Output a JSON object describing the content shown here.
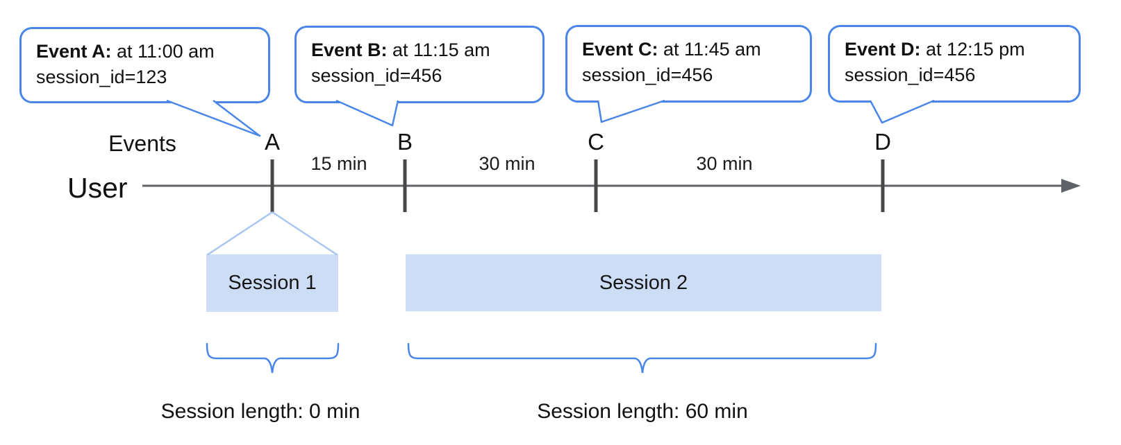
{
  "colors": {
    "callout_border": "#4a86e8",
    "brace": "#4a86e8",
    "fan_line": "#a8c5f0",
    "session_fill": "#cdddf6",
    "timeline_line": "#5f6368",
    "event_tick": "#474747",
    "text": "#111111"
  },
  "callouts": [
    {
      "event": "A",
      "title_bold": "Event A:",
      "title_rest": " at 11:00 am",
      "detail": "session_id=123"
    },
    {
      "event": "B",
      "title_bold": "Event B:",
      "title_rest": " at 11:15 am",
      "detail": "session_id=456"
    },
    {
      "event": "C",
      "title_bold": "Event C:",
      "title_rest": " at 11:45 am",
      "detail": "session_id=456"
    },
    {
      "event": "D",
      "title_bold": "Event D:",
      "title_rest": " at 12:15 pm",
      "detail": "session_id=456"
    }
  ],
  "timeline": {
    "events_label": "Events",
    "row_label": "User",
    "marks": [
      {
        "label": "A"
      },
      {
        "label": "B"
      },
      {
        "label": "C"
      },
      {
        "label": "D"
      }
    ],
    "intervals": [
      {
        "label": "15 min"
      },
      {
        "label": "30 min"
      },
      {
        "label": "30 min"
      }
    ]
  },
  "sessions": [
    {
      "label": "Session 1",
      "length": "Session length: 0 min"
    },
    {
      "label": "Session 2",
      "length": "Session length: 60 min"
    }
  ]
}
